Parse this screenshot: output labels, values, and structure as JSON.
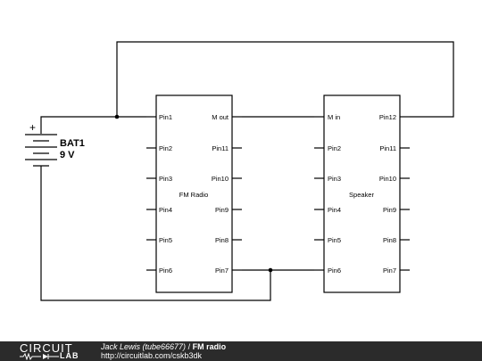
{
  "battery": {
    "name": "BAT1",
    "voltage": "9 V",
    "plus": "+"
  },
  "radio": {
    "label": "FM Radio",
    "left_pins": [
      "Pin1",
      "Pin2",
      "Pin3",
      "Pin4",
      "Pin5",
      "Pin6"
    ],
    "right_pins": [
      "M out",
      "Pin11",
      "Pin10",
      "Pin9",
      "Pin8",
      "Pin7"
    ]
  },
  "speaker": {
    "label": "Speaker",
    "left_pins": [
      "M in",
      "Pin2",
      "Pin3",
      "Pin4",
      "Pin5",
      "Pin6"
    ],
    "right_pins": [
      "Pin12",
      "Pin11",
      "Pin10",
      "Pin9",
      "Pin8",
      "Pin7"
    ]
  },
  "footer": {
    "logo_top": "CIRCUIT",
    "logo_bottom": "LAB",
    "author": "Jack Lewis (tube66677)",
    "separator": " / ",
    "title": "FM radio",
    "url": "http://circuitlab.com/cskb3dk"
  }
}
